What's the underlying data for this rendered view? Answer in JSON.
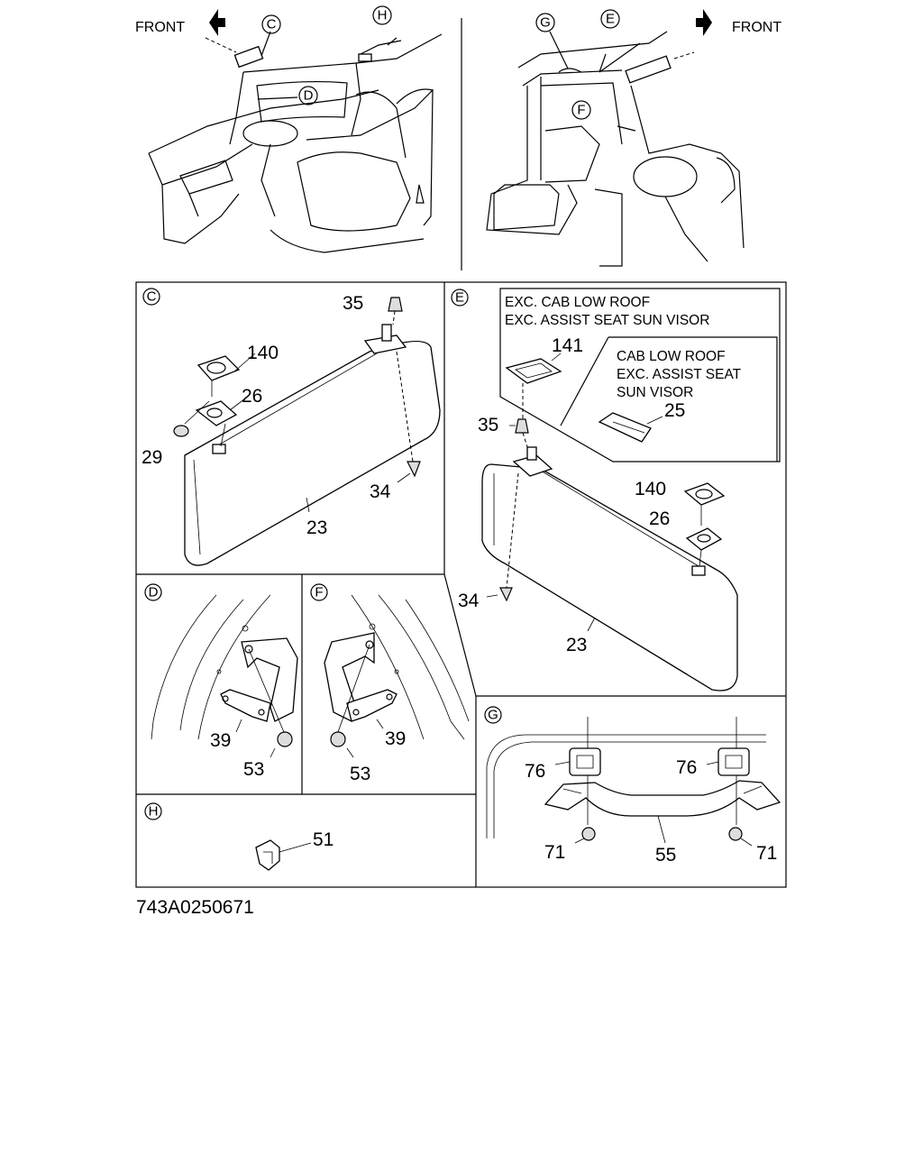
{
  "header": {
    "front_left": "FRONT",
    "front_right": "FRONT"
  },
  "overview_callouts": {
    "left": [
      "C",
      "D",
      "H"
    ],
    "right": [
      "G",
      "E",
      "F"
    ]
  },
  "panels": {
    "C": {
      "id": "C",
      "parts": [
        "35",
        "140",
        "26",
        "29",
        "34",
        "23"
      ]
    },
    "E": {
      "id": "E",
      "note_outer": [
        "EXC. CAB LOW ROOF",
        "EXC. ASSIST SEAT SUN VISOR"
      ],
      "note_inner": [
        "CAB LOW ROOF",
        "EXC. ASSIST SEAT",
        "SUN VISOR"
      ],
      "parts": [
        "141",
        "25",
        "35",
        "140",
        "26",
        "34",
        "23"
      ]
    },
    "D": {
      "id": "D",
      "parts": [
        "39",
        "53"
      ]
    },
    "F": {
      "id": "F",
      "parts": [
        "39",
        "53"
      ]
    },
    "G": {
      "id": "G",
      "parts": [
        "76",
        "76",
        "71",
        "55",
        "71"
      ]
    },
    "H": {
      "id": "H",
      "parts": [
        "51"
      ]
    }
  },
  "footer": {
    "code": "743A0250671"
  }
}
